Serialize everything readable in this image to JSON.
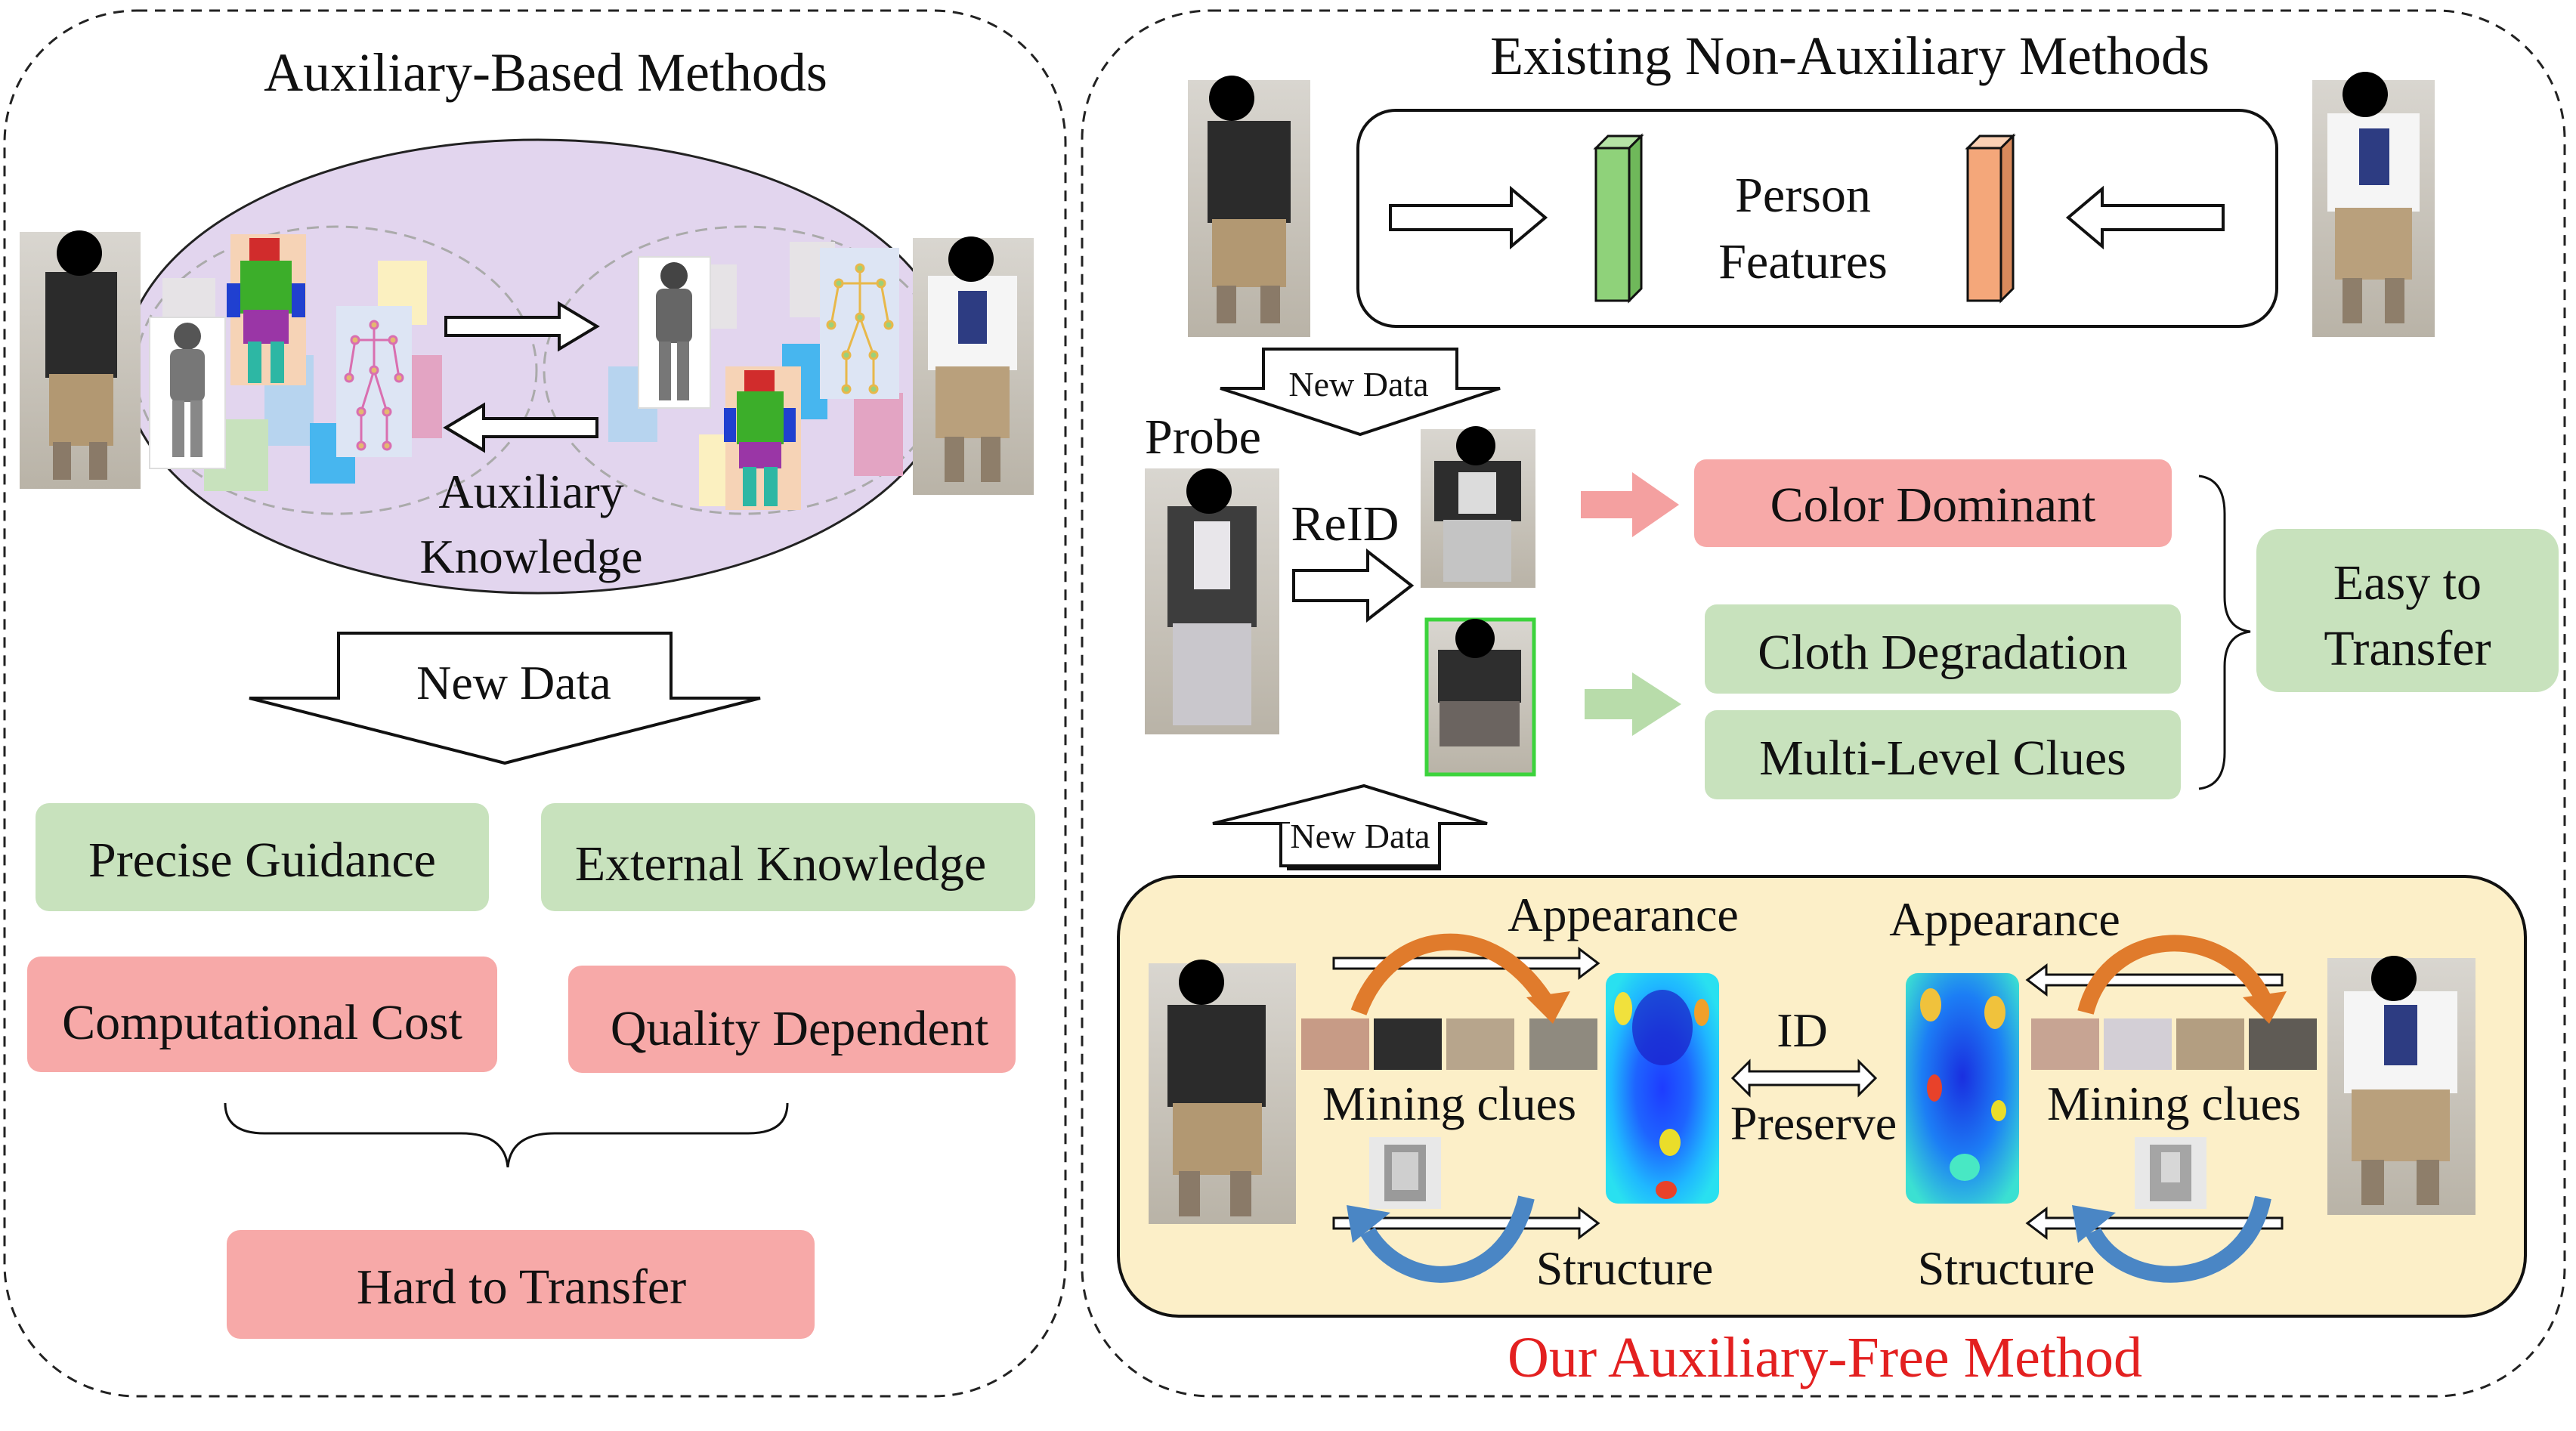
{
  "left_panel": {
    "title": "Auxiliary-Based Methods",
    "aux_label_line1": "Auxiliary",
    "aux_label_line2": "Knowledge",
    "new_data": "New Data",
    "pros": [
      "Precise Guidance",
      "External Knowledge"
    ],
    "cons": [
      "Computational Cost",
      "Quality Dependent"
    ],
    "conclusion": "Hard to Transfer"
  },
  "right_panel": {
    "title": "Existing Non-Auxiliary Methods",
    "features_line1": "Person",
    "features_line2": "Features",
    "new_data_top": "New Data",
    "new_data_bottom": "New Data",
    "probe": "Probe",
    "reid": "ReID",
    "cons": [
      "Color Dominant"
    ],
    "pros": [
      "Cloth Degradation",
      "Multi-Level Clues"
    ],
    "conclusion_line1": "Easy to",
    "conclusion_line2": "Transfer"
  },
  "our_method": {
    "appearance_left": "Appearance",
    "appearance_right": "Appearance",
    "mining_left": "Mining clues",
    "mining_right": "Mining clues",
    "id": "ID",
    "preserve": "Preserve",
    "structure_left": "Structure",
    "structure_right": "Structure",
    "caption": "Our Auxiliary-Free Method"
  },
  "colors": {
    "green_box": "#c8e2bd",
    "red_box": "#f7a9a8",
    "lavender": "#e2d5ee",
    "cream": "#fcefc8",
    "caption_red": "#e32020",
    "feature_green": "#8fd27a",
    "feature_orange": "#f4a77a",
    "arrow_pink": "#f4a0a0",
    "arrow_green": "#b8dcaa",
    "curve_orange": "#e07b2c",
    "curve_blue": "#4a86c5"
  }
}
